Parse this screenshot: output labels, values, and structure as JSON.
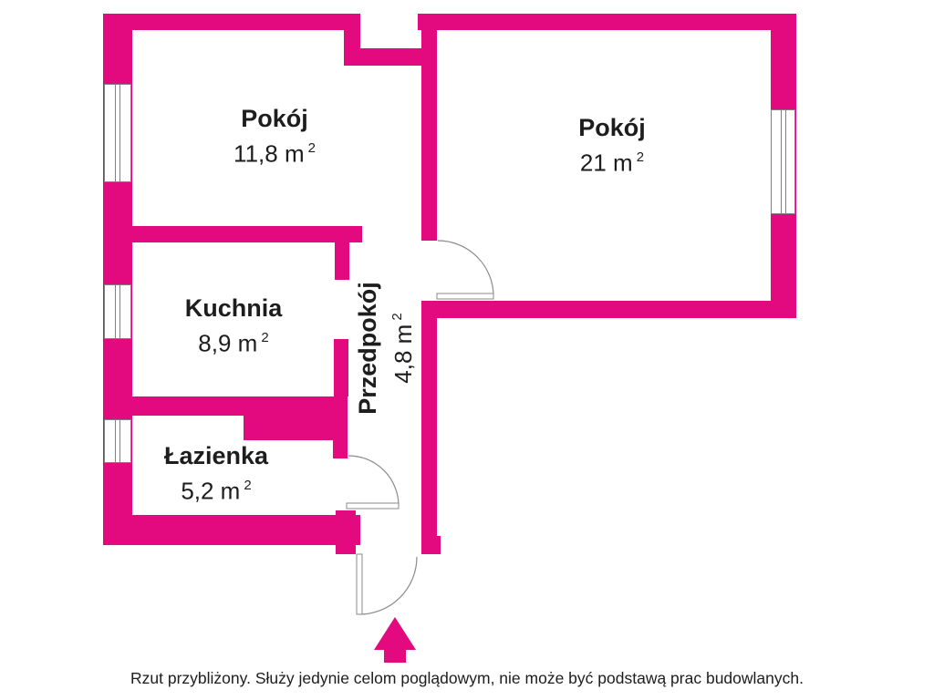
{
  "colors": {
    "wall": "#e3097e",
    "door_line": "#8a8a8a",
    "window_line": "#7f7f7f",
    "text": "#1d1d1d"
  },
  "rooms": [
    {
      "name": "Pokój",
      "area_label": "11,8 m",
      "area_sup": "2"
    },
    {
      "name": "Pokój",
      "area_label": "21 m",
      "area_sup": "2"
    },
    {
      "name": "Kuchnia",
      "area_label": "8,9 m",
      "area_sup": "2"
    },
    {
      "name": "Przedpokój",
      "area_label": "4,8 m",
      "area_sup": "2"
    },
    {
      "name": "Łazienka",
      "area_label": "5,2 m",
      "area_sup": "2"
    }
  ],
  "footer": {
    "disclaimer": "Rzut przybliżony. Służy jedynie celom poglądowym, nie może być podstawą prac budowlanych."
  }
}
